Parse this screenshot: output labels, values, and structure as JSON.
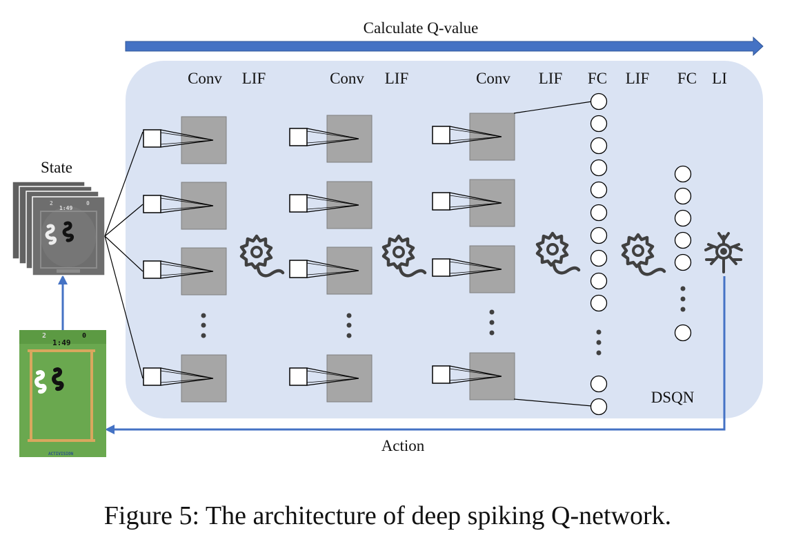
{
  "top_arrow": {
    "label": "Calculate Q-value"
  },
  "state_label": "State",
  "action_label": "Action",
  "network_name": "DSQN",
  "layer_headers": [
    "Conv",
    "LIF",
    "Conv",
    "LIF",
    "Conv",
    "LIF",
    "FC",
    "LIF",
    "FC",
    "LI"
  ],
  "game_screen": {
    "score_left": "2",
    "score_right": "0",
    "timer": "1:49",
    "brand": "ACTIVISION"
  },
  "state_frames": {
    "score_left": "2",
    "score_right": "0",
    "timer": "1:49"
  },
  "caption": "Figure 5:  The architecture of deep spiking Q-network.",
  "colors": {
    "panel_fill": "#dae3f3",
    "arrow": "#4472c4",
    "conv_block": "#a6a6a6",
    "game_field": "#6aa84f",
    "frame_gray": "#6e6e6e",
    "icon": "#404040"
  },
  "icons": [
    "lif-neuron-icon",
    "lif-neuron-icon",
    "lif-neuron-icon",
    "lif-neuron-icon",
    "li-neuron-icon"
  ]
}
